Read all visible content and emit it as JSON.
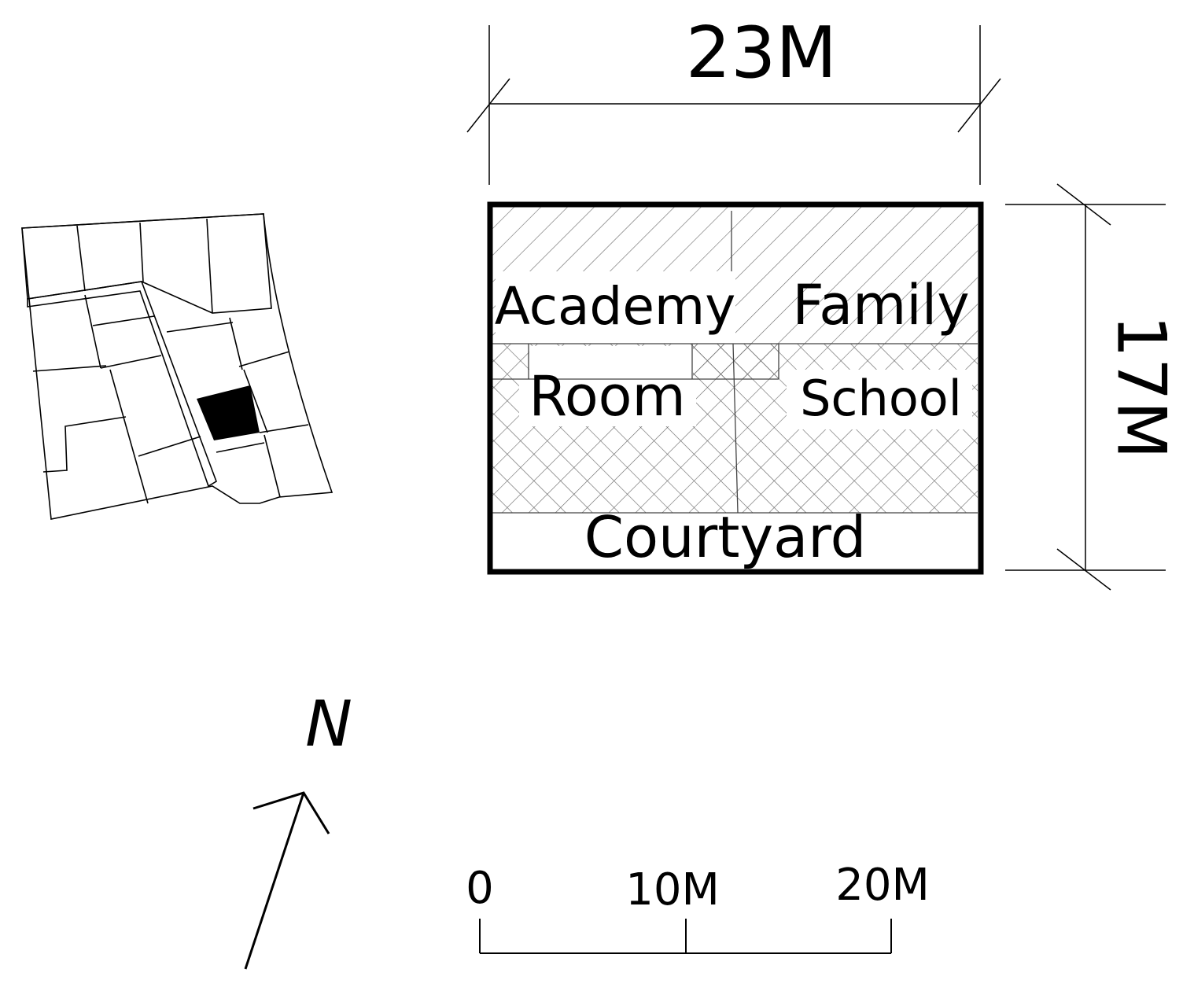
{
  "dimensions": {
    "width_label": "23M",
    "height_label": "17M"
  },
  "rooms": {
    "academy": "Academy",
    "room": "Room",
    "family": "Family",
    "school": "School",
    "courtyard": "Courtyard"
  },
  "north_arrow": {
    "label": "N",
    "icon": "north-arrow-icon"
  },
  "scale_bar": {
    "tick_0": "0",
    "tick_10": "10M",
    "tick_20": "20M"
  },
  "colors": {
    "line": "#000000",
    "highlight": "#000000",
    "background": "#ffffff"
  }
}
